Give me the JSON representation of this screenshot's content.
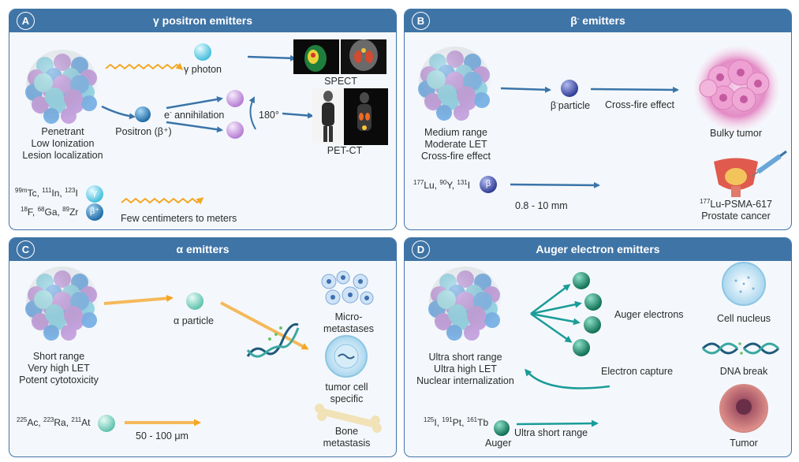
{
  "panels": {
    "A": {
      "letter": "A",
      "title": "γ positron emitters",
      "gamma_photon": "γ photon",
      "spect": "SPECT",
      "e_minus": "e",
      "e_minus_sup": "-",
      "annihilation": "annihilation",
      "angle": "180°",
      "positron": "Positron (β⁺)",
      "pet_ct": "PET-CT",
      "props": [
        "Penetrant",
        "Low Ionization",
        "Lesion localization"
      ],
      "iso_row1": [
        [
          "99m",
          "Tc, "
        ],
        [
          "111",
          "In, "
        ],
        [
          "123",
          "I"
        ]
      ],
      "iso_row2": [
        [
          "18",
          "F, "
        ],
        [
          "68",
          "Ga, "
        ],
        [
          "89",
          "Zr"
        ]
      ],
      "gamma_symbol": "γ",
      "beta_plus_symbol": "β⁺",
      "range": "Few centimeters to meters"
    },
    "B": {
      "letter": "B",
      "title": "β",
      "title_sup": "-",
      "title_rest": " emitters",
      "particle": "β",
      "particle_sup": "-",
      "particle_rest": "particle",
      "crossfire": "Cross-fire effect",
      "bulky": "Bulky tumor",
      "props": [
        "Medium range",
        "Moderate LET",
        "Cross-fire effect"
      ],
      "iso_row": [
        [
          "177",
          "Lu, "
        ],
        [
          "90",
          "Y, "
        ],
        [
          "131",
          "I"
        ]
      ],
      "beta_symbol": "β",
      "range": "0.8 - 10 mm",
      "drug_sup": "177",
      "drug": "Lu-PSMA-617",
      "drug_line2": "Prostate cancer"
    },
    "C": {
      "letter": "C",
      "title": "α emitters",
      "particle": "α particle",
      "micro": [
        "Micro-",
        "metastases"
      ],
      "tumor_specific": [
        "tumor cell",
        "specific"
      ],
      "bone": [
        "Bone",
        "metastasis"
      ],
      "props": [
        "Short range",
        "Very high LET",
        "Potent cytotoxicity"
      ],
      "iso_row": [
        [
          "225",
          "Ac, "
        ],
        [
          "223",
          "Ra, "
        ],
        [
          "211",
          "At"
        ]
      ],
      "range": "50 - 100 μm"
    },
    "D": {
      "letter": "D",
      "title": "Auger electron emitters",
      "auger_electrons": "Auger electrons",
      "cell_nucleus": "Cell nucleus",
      "dna_break": "DNA break",
      "electron_capture": "Electron capture",
      "tumor": "Tumor",
      "props": [
        "Ultra short range",
        "Ultra high  LET",
        "Nuclear internalization"
      ],
      "iso_row": [
        [
          "125",
          "I, "
        ],
        [
          "191",
          "Pt, "
        ],
        [
          "161",
          "Tb"
        ]
      ],
      "auger": "Auger",
      "range": "Ultra short range"
    }
  },
  "colors": {
    "header": "#3f74a6",
    "panel_bg": "#f4f8fc",
    "arrow_blue": "#3a74a8",
    "arrow_orange": "#f5a623",
    "arrow_teal": "#1a9c98",
    "gamma_ball": "#7dd8ec",
    "positron_ball": "#3b8cc8",
    "photon_ball": "#cc9ee0",
    "beta_ball": "#4257b0",
    "alpha_ball": "#8fd8c8",
    "auger_ball": "#1d9470"
  }
}
